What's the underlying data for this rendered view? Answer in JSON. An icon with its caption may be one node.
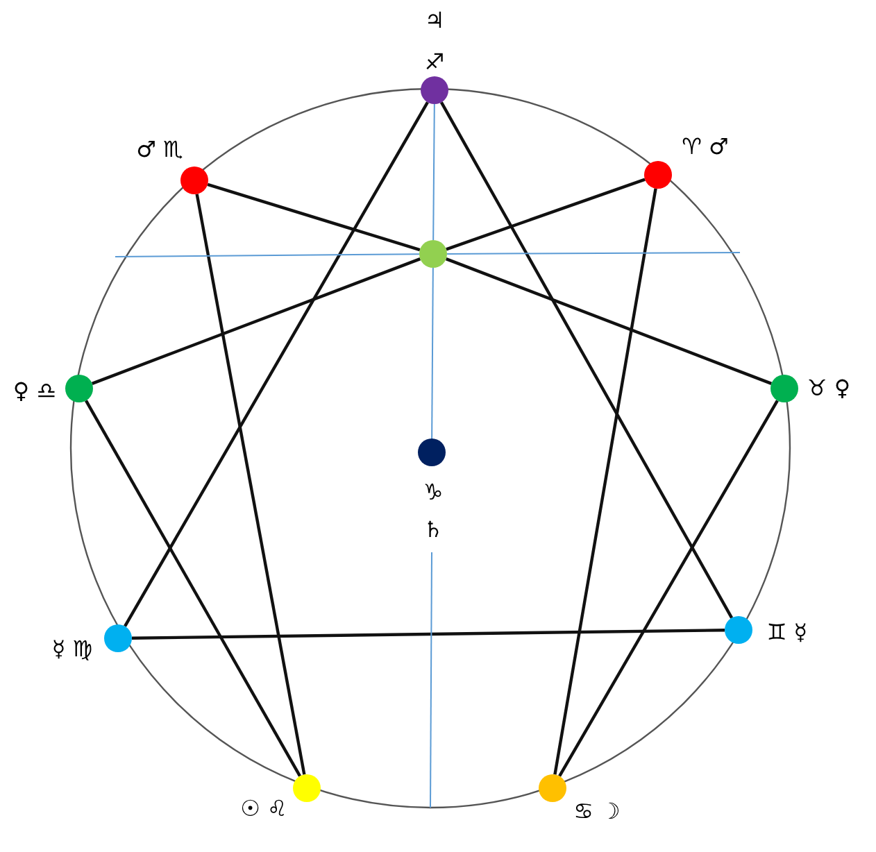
{
  "diagram": {
    "nodes": [
      {
        "text": [],
        "shape": "circle",
        "beside": [
          "♃",
          "♐"
        ]
      },
      {
        "text": [],
        "shape": "circle",
        "beside": [
          "♂ ♏"
        ]
      },
      {
        "text": [],
        "shape": "circle",
        "beside": [
          "♈ ♂"
        ]
      },
      {
        "text": [],
        "shape": "circle"
      },
      {
        "text": [],
        "shape": "circle",
        "beside": [
          "♀ ♎"
        ]
      },
      {
        "text": [],
        "shape": "circle",
        "beside": [
          "♉ ♀"
        ]
      },
      {
        "text": [],
        "shape": "circle",
        "beside": [
          "♑",
          "♄"
        ]
      },
      {
        "text": [],
        "shape": "circle",
        "beside": [
          "☿ ♍"
        ]
      },
      {
        "text": [],
        "shape": "circle",
        "beside": [
          "♊ ☿"
        ]
      },
      {
        "text": [],
        "shape": "circle",
        "beside": [
          "☉ ♌"
        ]
      },
      {
        "text": [],
        "shape": "circle",
        "beside": [
          "♋ ☽"
        ]
      }
    ],
    "edges": [
      {
        "from": 2,
        "to": 10,
        "arrow": "none"
      },
      {
        "from": 10,
        "to": 5,
        "arrow": "none"
      },
      {
        "from": 5,
        "to": 3,
        "arrow": "none"
      },
      {
        "from": 3,
        "to": 1,
        "arrow": "none"
      },
      {
        "from": 1,
        "to": 9,
        "arrow": "none"
      },
      {
        "from": 9,
        "to": 4,
        "arrow": "none"
      },
      {
        "from": 4,
        "to": 3,
        "arrow": "none"
      },
      {
        "from": 3,
        "to": 2,
        "arrow": "none"
      },
      {
        "from": 8,
        "to": 7,
        "arrow": "none"
      },
      {
        "from": 7,
        "to": 0,
        "arrow": "none"
      },
      {
        "from": 0,
        "to": 8,
        "arrow": "none"
      },
      {
        "from": 0,
        "to": 3,
        "arrow": "none",
        "color": "#5b9bd5"
      },
      {
        "from": 3,
        "to": 6,
        "arrow": "none",
        "color": "#5b9bd5"
      },
      {
        "from": 6,
        "to": null,
        "arrow": "none",
        "color": "#5b9bd5"
      },
      {
        "from": null,
        "to": 3,
        "arrow": "none",
        "color": "#5b9bd5"
      },
      {
        "from": 3,
        "to": null,
        "arrow": "none",
        "color": "#5b9bd5"
      }
    ]
  }
}
